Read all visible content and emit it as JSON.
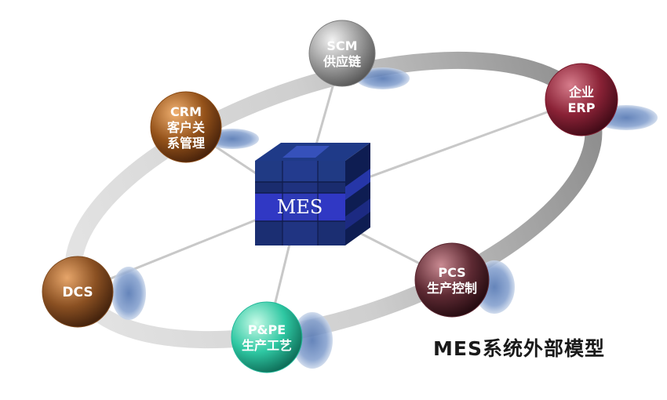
{
  "center": {
    "label": "MES"
  },
  "nodes": [
    {
      "id": "scm",
      "lines": [
        "SCM",
        "供应链"
      ],
      "color": "#7d7d7d"
    },
    {
      "id": "erp",
      "lines": [
        "企业",
        "ERP"
      ],
      "color": "#7a1a2c"
    },
    {
      "id": "crm",
      "lines": [
        "CRM",
        "客户关",
        "系管理"
      ],
      "color": "#8a4a14"
    },
    {
      "id": "dcs",
      "lines": [
        "DCS"
      ],
      "color": "#7f4a1e"
    },
    {
      "id": "ppe",
      "lines": [
        "P&PE",
        "生产工艺"
      ],
      "color": "#22b89a"
    },
    {
      "id": "pcs",
      "lines": [
        "PCS",
        "生产控制"
      ],
      "color": "#5a2630"
    }
  ],
  "caption": "MES系统外部模型"
}
